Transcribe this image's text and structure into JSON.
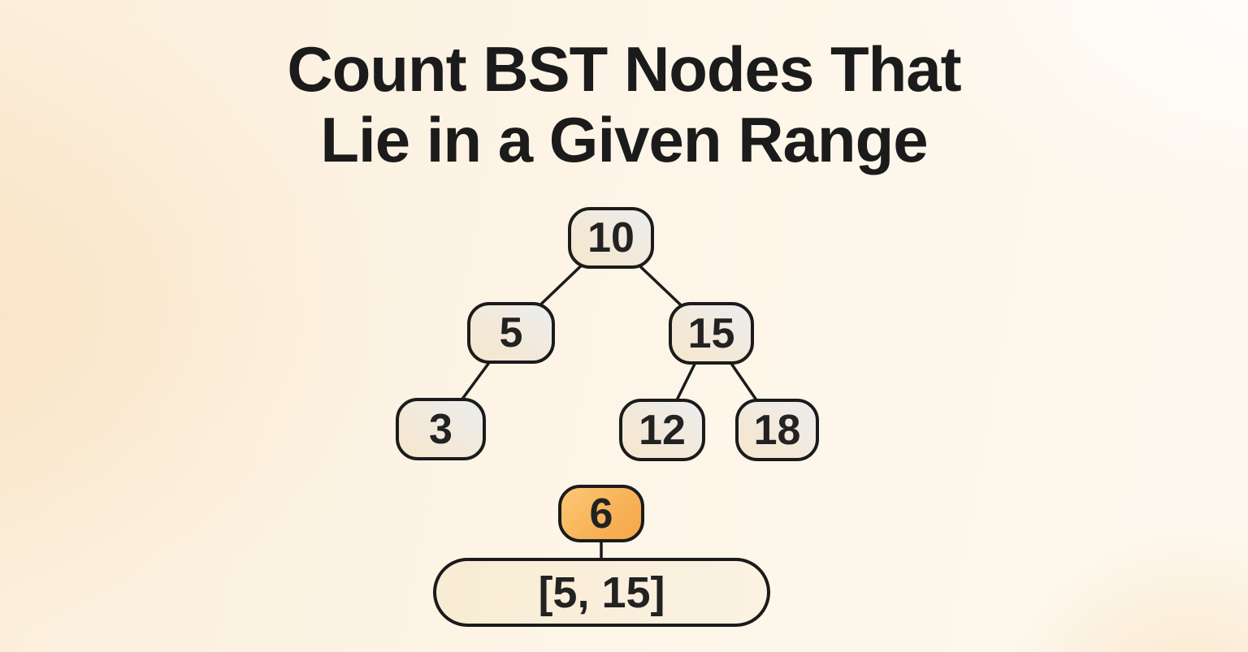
{
  "title": {
    "line1": "Count BST Nodes That",
    "line2": "Lie in a Given Range"
  },
  "tree": {
    "type": "binary-search-tree",
    "nodes": {
      "n10": {
        "label": "10"
      },
      "n5": {
        "label": "5"
      },
      "n15": {
        "label": "15"
      },
      "n3": {
        "label": "3"
      },
      "n12": {
        "label": "12"
      },
      "n18": {
        "label": "18"
      }
    },
    "edges": [
      [
        "10",
        "5"
      ],
      [
        "10",
        "15"
      ],
      [
        "5",
        "3"
      ],
      [
        "15",
        "12"
      ],
      [
        "15",
        "18"
      ]
    ]
  },
  "query": {
    "count_result": {
      "label": "6"
    },
    "range": {
      "label": "[5, 15]"
    }
  },
  "colors": {
    "background_base": "#fdf5e8",
    "background_peach": "#f8d8ac",
    "title_color": "#1b1b1b",
    "node_border": "#1b1b1b",
    "node_fill_warm": "#f6e7cd",
    "node_fill_cool": "#ebedef",
    "highlight_fill_light": "#fcc874",
    "highlight_fill_dark": "#f4a748",
    "range_box_fill": "#f9eed9",
    "number_color": "#222222"
  }
}
